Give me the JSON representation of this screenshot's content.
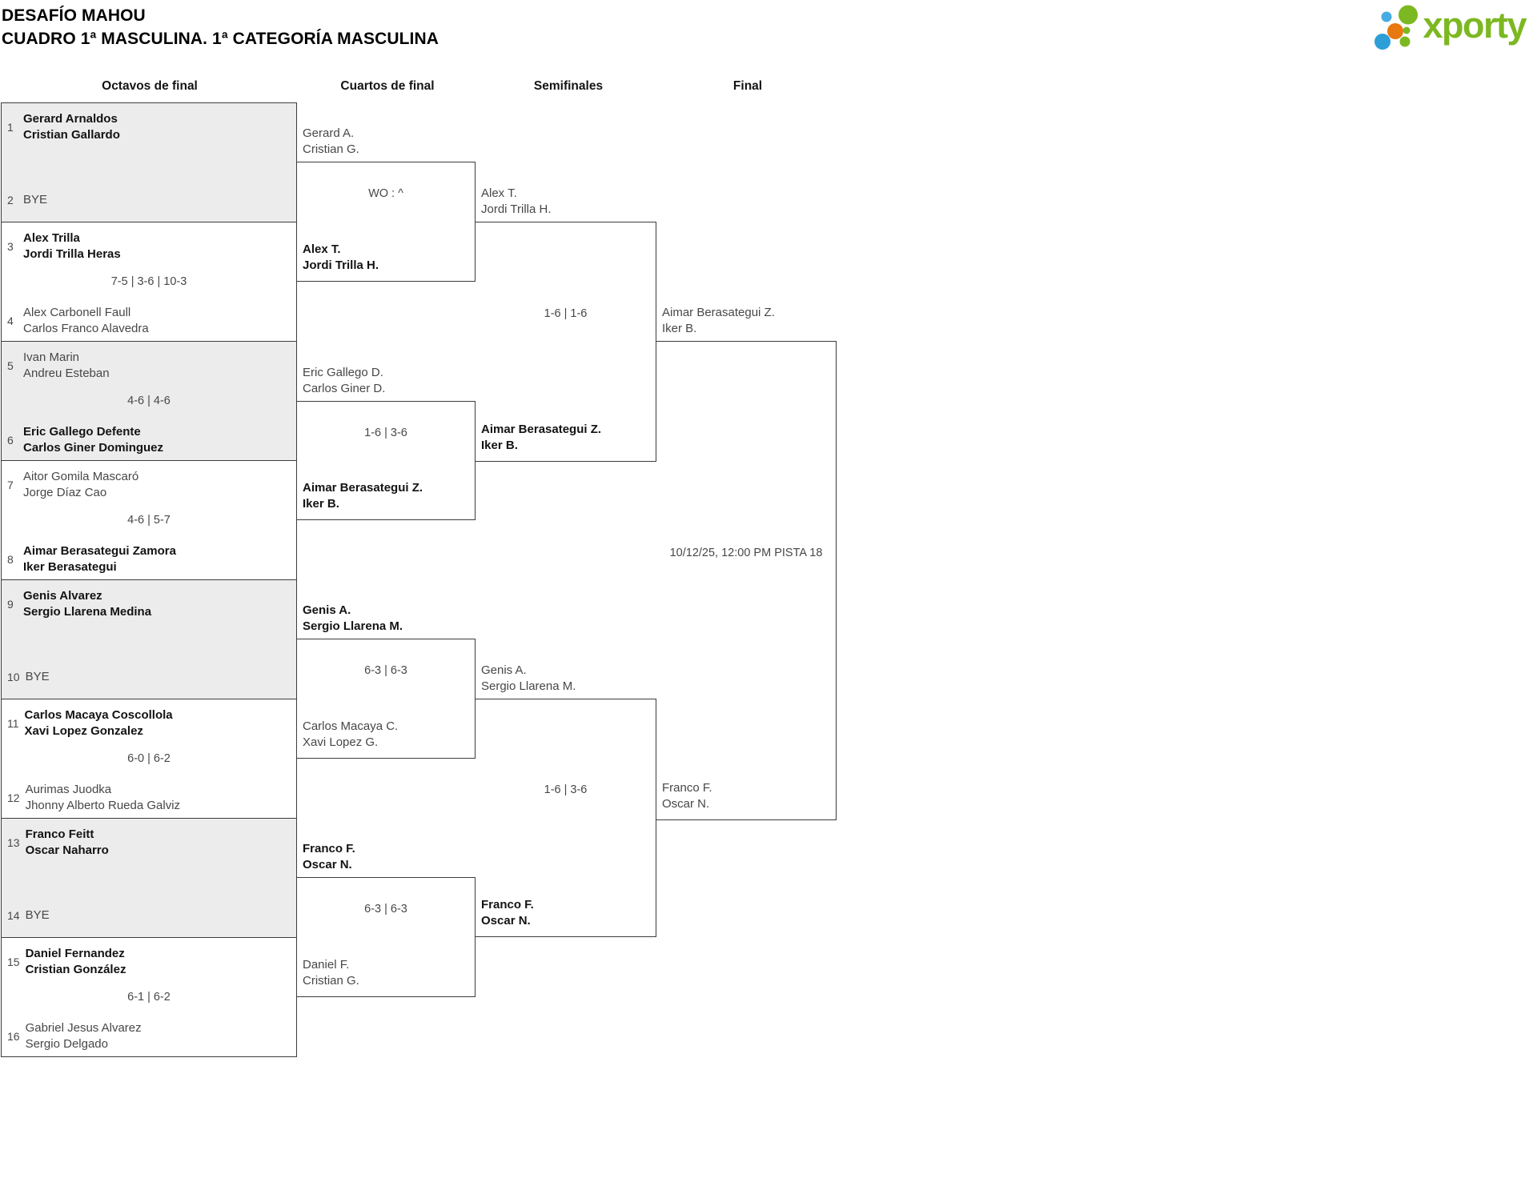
{
  "header": {
    "title_line1": "DESAFÍO MAHOU",
    "title_line2": "CUADRO 1ª MASCULINA. 1ª CATEGORÍA MASCULINA",
    "logo_text": "xporty"
  },
  "colors": {
    "logo_green": "#7cb821",
    "logo_blue": "#2d9ed8",
    "logo_light_blue": "#47abe2",
    "logo_orange": "#e87810",
    "bracket_line": "#3c3c3c",
    "bye_box_fill": "#ececec",
    "winner_text": "#131313",
    "regular_text": "#474747"
  },
  "rounds": [
    {
      "label": "Octavos de final"
    },
    {
      "label": "Cuartos de final"
    },
    {
      "label": "Semifinales"
    },
    {
      "label": "Final"
    }
  ],
  "bracket": {
    "r16": [
      {
        "top": {
          "seed": "1",
          "p1": "Gerard Arnaldos",
          "p2": "Cristian Gallardo",
          "winner": true
        },
        "bottom": {
          "seed": "2",
          "p1": "BYE",
          "winner": false,
          "bye": true
        },
        "score": ""
      },
      {
        "top": {
          "seed": "3",
          "p1": "Alex Trilla",
          "p2": "Jordi Trilla Heras",
          "winner": true
        },
        "bottom": {
          "seed": "4",
          "p1": "Alex Carbonell Faull",
          "p2": "Carlos Franco Alavedra",
          "winner": false
        },
        "score": "7-5 | 3-6 | 10-3"
      },
      {
        "top": {
          "seed": "5",
          "p1": "Ivan Marin",
          "p2": "Andreu Esteban",
          "winner": false
        },
        "bottom": {
          "seed": "6",
          "p1": "Eric Gallego Defente",
          "p2": "Carlos Giner Dominguez",
          "winner": true
        },
        "score": "4-6 | 4-6"
      },
      {
        "top": {
          "seed": "7",
          "p1": "Aitor Gomila Mascaró",
          "p2": "Jorge Díaz Cao",
          "winner": false
        },
        "bottom": {
          "seed": "8",
          "p1": "Aimar Berasategui Zamora",
          "p2": "Iker Berasategui",
          "winner": true
        },
        "score": "4-6 | 5-7"
      },
      {
        "top": {
          "seed": "9",
          "p1": "Genis Alvarez",
          "p2": "Sergio Llarena Medina",
          "winner": true
        },
        "bottom": {
          "seed": "10",
          "p1": "BYE",
          "winner": false,
          "bye": true
        },
        "score": ""
      },
      {
        "top": {
          "seed": "11",
          "p1": "Carlos Macaya Coscollola",
          "p2": "Xavi Lopez Gonzalez",
          "winner": true
        },
        "bottom": {
          "seed": "12",
          "p1": "Aurimas Juodka",
          "p2": "Jhonny Alberto Rueda Galviz",
          "winner": false
        },
        "score": "6-0 | 6-2"
      },
      {
        "top": {
          "seed": "13",
          "p1": "Franco Feitt",
          "p2": "Oscar Naharro",
          "winner": true
        },
        "bottom": {
          "seed": "14",
          "p1": "BYE",
          "winner": false,
          "bye": true
        },
        "score": ""
      },
      {
        "top": {
          "seed": "15",
          "p1": "Daniel Fernandez",
          "p2": "Cristian González",
          "winner": true
        },
        "bottom": {
          "seed": "16",
          "p1": "Gabriel Jesus Alvarez",
          "p2": "Sergio Delgado",
          "winner": false
        },
        "score": "6-1 | 6-2"
      }
    ],
    "qf": [
      {
        "top": {
          "p1": "Gerard A.",
          "p2": "Cristian G.",
          "winner": false
        },
        "bottom": {
          "p1": "Alex T.",
          "p2": "Jordi Trilla H.",
          "winner": true
        },
        "score": "WO : ^"
      },
      {
        "top": {
          "p1": "Eric Gallego D.",
          "p2": "Carlos Giner D.",
          "winner": false
        },
        "bottom": {
          "p1": "Aimar Berasategui Z.",
          "p2": "Iker B.",
          "winner": true
        },
        "score": "1-6 | 3-6"
      },
      {
        "top": {
          "p1": "Genis A.",
          "p2": "Sergio Llarena M.",
          "winner": true
        },
        "bottom": {
          "p1": "Carlos Macaya C.",
          "p2": "Xavi Lopez G.",
          "winner": false
        },
        "score": "6-3 | 6-3"
      },
      {
        "top": {
          "p1": "Franco F.",
          "p2": "Oscar N.",
          "winner": true
        },
        "bottom": {
          "p1": "Daniel F.",
          "p2": "Cristian G.",
          "winner": false
        },
        "score": "6-3 | 6-3"
      }
    ],
    "sf": [
      {
        "top": {
          "p1": "Alex T.",
          "p2": "Jordi Trilla H.",
          "winner": false
        },
        "bottom": {
          "p1": "Aimar Berasategui Z.",
          "p2": "Iker B.",
          "winner": true
        },
        "score": "1-6 | 1-6"
      },
      {
        "top": {
          "p1": "Genis A.",
          "p2": "Sergio Llarena M.",
          "winner": false
        },
        "bottom": {
          "p1": "Franco F.",
          "p2": "Oscar N.",
          "winner": true
        },
        "score": "1-6 | 3-6"
      }
    ],
    "final": {
      "top": {
        "p1": "Aimar Berasategui Z.",
        "p2": "Iker B.",
        "winner": false
      },
      "bottom": {
        "p1": "Franco F.",
        "p2": "Oscar N.",
        "winner": false
      },
      "schedule": "10/12/25, 12:00 PM PISTA 18"
    }
  }
}
